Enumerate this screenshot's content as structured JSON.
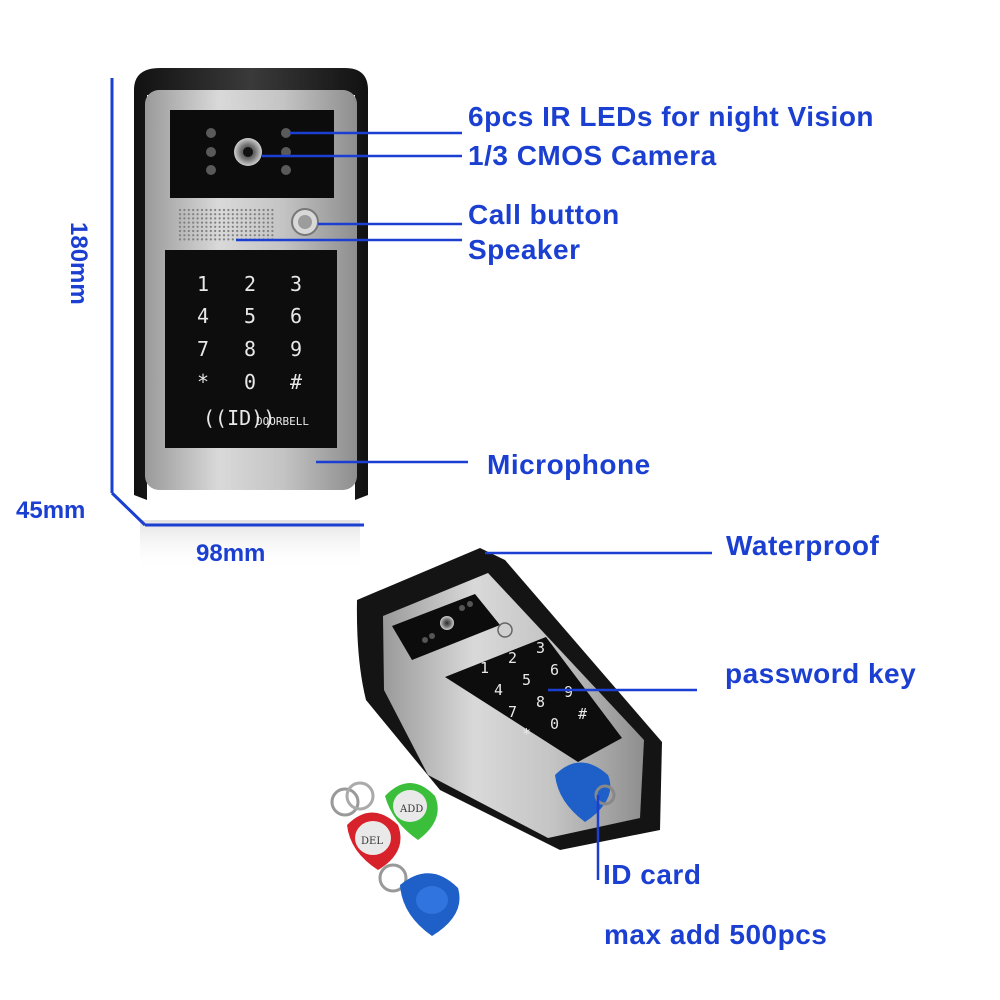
{
  "labels": {
    "ir_leds": "6pcs IR LEDs for night Vision",
    "camera": "1/3 CMOS Camera",
    "call_button": "Call button",
    "speaker": "Speaker",
    "microphone": "Microphone",
    "waterproof": "Waterproof",
    "password_key": "password key",
    "id_card": "ID card",
    "max_add": "max  add 500pcs"
  },
  "dimensions": {
    "height": "180mm",
    "depth": "45mm",
    "width": "98mm"
  },
  "keypad": {
    "keys": [
      "1",
      "2",
      "3",
      "4",
      "5",
      "6",
      "7",
      "8",
      "9",
      "*",
      "0",
      "#"
    ],
    "brand": "DOORBELL",
    "rfid_symbol": "((ID))"
  },
  "tags": {
    "green": "ADD",
    "red": "DEL"
  },
  "colors": {
    "annotation": "#1a3fd1",
    "housing": "#1b1b1b",
    "panel": "#bdbdbd",
    "tag_green": "#3bbf3b",
    "tag_red": "#d8222b",
    "tag_blue": "#1e5fc8"
  }
}
